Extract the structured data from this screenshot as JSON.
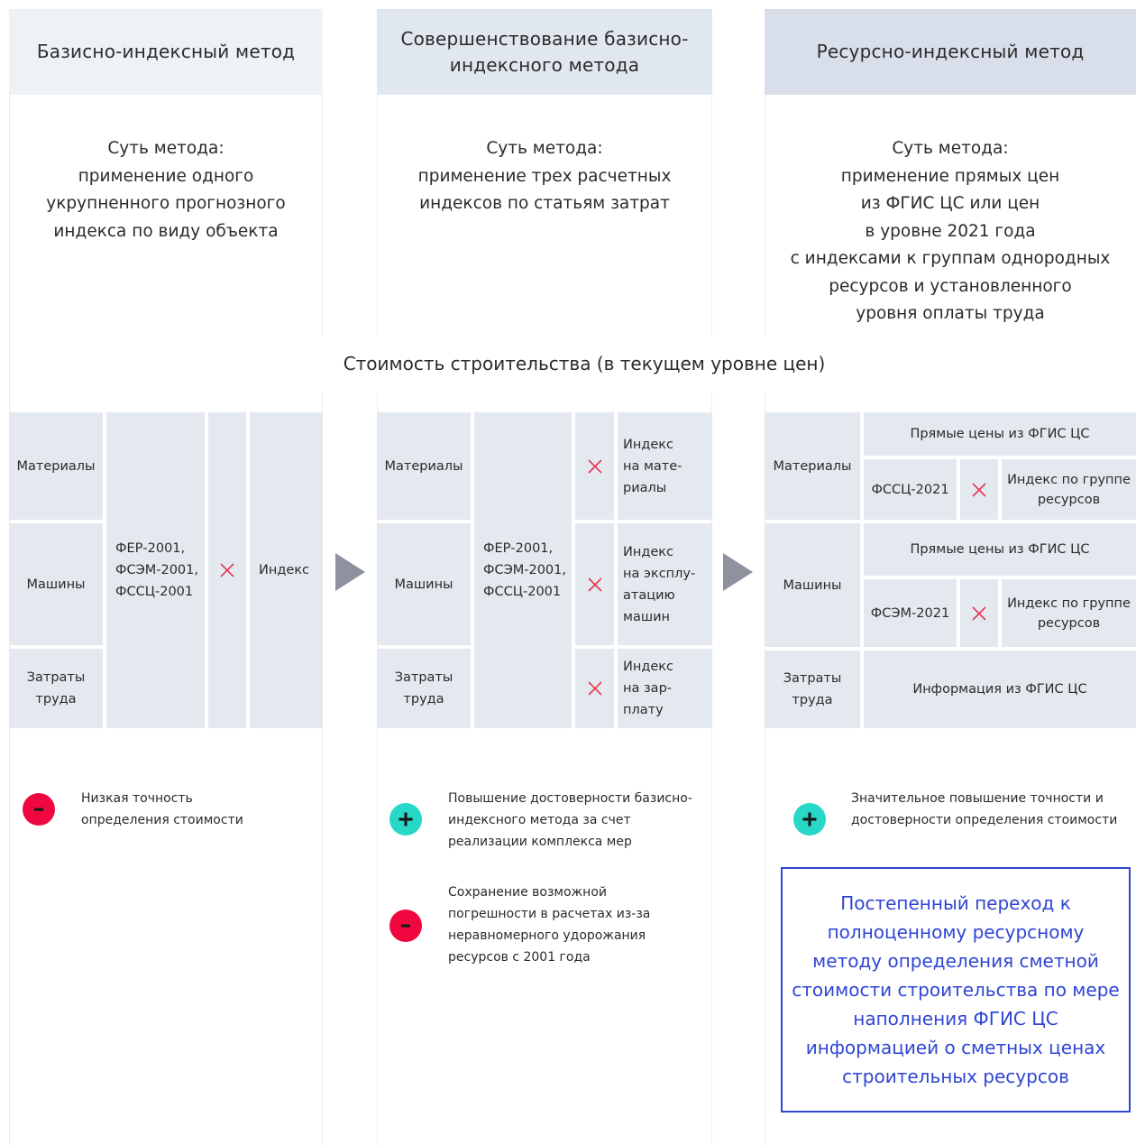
{
  "columns": [
    {
      "title": "Базисно-индексный метод",
      "essence": [
        "Суть метода:",
        "применение одного",
        "укрупненного прогнозного",
        "индекса по виду объекта"
      ],
      "rows": [
        "Материалы",
        "Машины",
        "Затраты труда"
      ],
      "base": "ФЕР-2001,\nФСЭМ-2001,\nФССЦ-2001",
      "index": "Индекс",
      "notes": [
        {
          "sign": "minus",
          "text": "Низкая точность определения стоимости"
        }
      ]
    },
    {
      "title": "Совершенствование базисно-индексного метода",
      "essence": [
        "Суть метода:",
        "применение трех расчетных",
        "индексов по статьям затрат"
      ],
      "rows": [
        "Материалы",
        "Машины",
        "Затраты труда"
      ],
      "base": "ФЕР-2001,\nФСЭМ-2001,\nФССЦ-2001",
      "indexes": [
        "Индекс\nна мате-\nриалы",
        "Индекс\nна эксплу-\nатацию\nмашин",
        "Индекс\nна зар-\nплату"
      ],
      "notes": [
        {
          "sign": "plus",
          "text": "Повышение достоверности базисно-индексного метода за счет реализации комплекса мер"
        },
        {
          "sign": "minus",
          "text": "Сохранение возможной погрешности в расчетах из-за неравномерного удорожания ресурсов с 2001 года"
        }
      ]
    },
    {
      "title": "Ресурсно-индексный метод",
      "essence": [
        "Суть метода:",
        "применение прямых цен",
        "из ФГИС ЦС или цен",
        "в уровне 2021 года",
        "с индексами к группам однородных",
        "ресурсов и установленного",
        "уровня оплаты труда"
      ],
      "rows": [
        "Материалы",
        "Машины",
        "Затраты труда"
      ],
      "direct_prices": "Прямые цены из ФГИС ЦС",
      "fssc": "ФССЦ-2021",
      "fsem": "ФСЭМ-2021",
      "group_index": "Индекс по группе\nресурсов",
      "labor_info": "Информация из ФГИС ЦС",
      "notes": [
        {
          "sign": "plus",
          "text": "Значительное повышение точности и достоверности определения стоимости"
        }
      ],
      "callout": "Постепенный переход к полноценному ресурсному методу определения сметной стоимости строительства по мере наполнения ФГИС ЦС информацией о сметных ценах строительных ресурсов"
    }
  ],
  "banner": "Стоимость строительства (в текущем уровне цен)",
  "colors": {
    "header1": "#eef2f6",
    "header2": "#e1e7ef",
    "header3": "#d8dfea",
    "cell": "#e4e9f0",
    "cross": "#e8364f",
    "minus": "#f0073f",
    "plus": "#27d7c8",
    "arrow": "#8d929e",
    "callout": "#2f45d4"
  }
}
